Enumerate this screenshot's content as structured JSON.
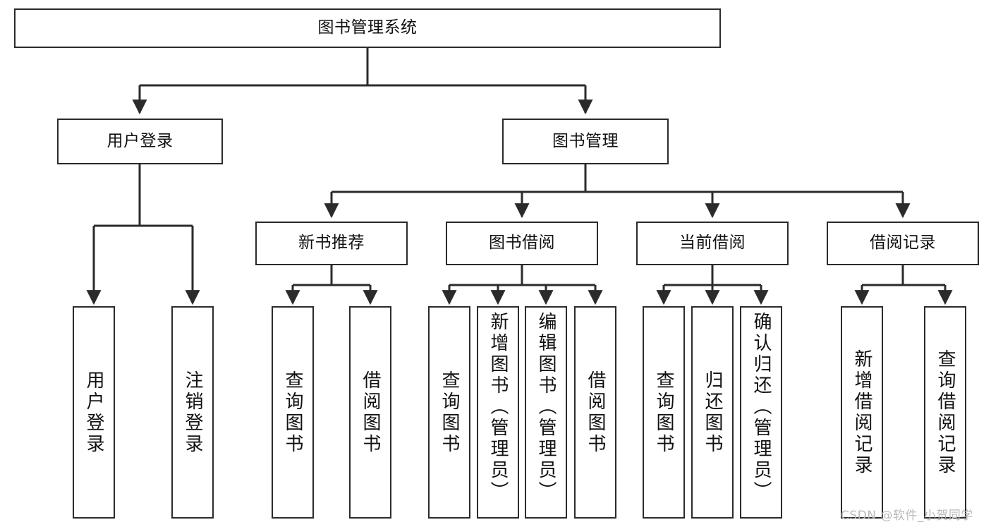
{
  "diagram": {
    "type": "tree",
    "title": "图书管理系统",
    "orientation": "top-down",
    "line_color": "#2b2b2b",
    "box_fill": "#ffffff",
    "text_color": "#111111"
  },
  "root": {
    "label": "图书管理系统"
  },
  "level2": [
    {
      "label": "用户登录"
    },
    {
      "label": "图书管理"
    }
  ],
  "level3": [
    {
      "label": "新书推荐"
    },
    {
      "label": "图书借阅"
    },
    {
      "label": "当前借阅"
    },
    {
      "label": "借阅记录"
    }
  ],
  "leaves": {
    "user_login": [
      {
        "label": "用户登录"
      },
      {
        "label": "注销登录"
      }
    ],
    "new_book_recommend": [
      {
        "label": "查询图书"
      },
      {
        "label": "借阅图书"
      }
    ],
    "book_borrow": [
      {
        "label": "查询图书"
      },
      {
        "label": "新增图书（管理员）"
      },
      {
        "label": "编辑图书（管理员）"
      },
      {
        "label": "借阅图书"
      }
    ],
    "current_borrow": [
      {
        "label": "查询图书"
      },
      {
        "label": "归还图书"
      },
      {
        "label": "确认归还（管理员）"
      }
    ],
    "borrow_record": [
      {
        "label": "新增借阅记录"
      },
      {
        "label": "查询借阅记录"
      }
    ]
  },
  "watermark": {
    "text": "CSDN @软件_小贺同学",
    "color": "#b9b9b9"
  }
}
